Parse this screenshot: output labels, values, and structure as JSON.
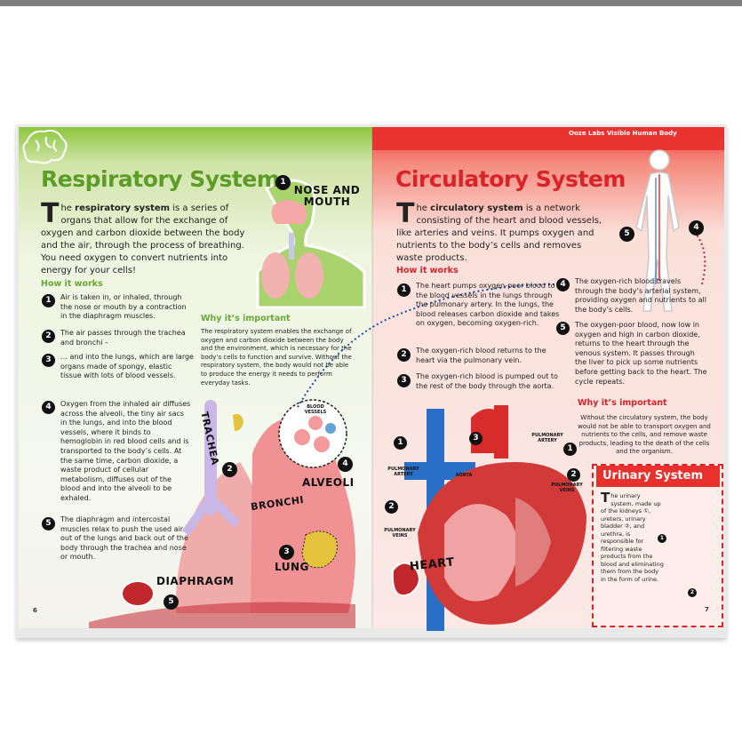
{
  "header": {
    "brand": "Ooze Labs Visible Human Body"
  },
  "left_page": {
    "title": "Respiratory System",
    "intro_dropcap": "T",
    "intro_rest_pre": "he ",
    "intro_bold": "respiratory system",
    "intro_rest": " is a series of organs that allow for the exchange of oxygen and carbon dioxide between the body and the air, through the process of breathing. You need oxygen to convert nutrients into energy for your cells!",
    "how_heading": "How it works",
    "steps": [
      {
        "num": "1",
        "text": "Air is taken in, or inhaled, through the nose or mouth by a contraction in the diaphragm muscles."
      },
      {
        "num": "2",
        "text": "The air passes through the trachea and bronchi –"
      },
      {
        "num": "3",
        "text": "… and into the lungs, which are large organs made of spongy, elastic tissue with lots of blood vessels."
      },
      {
        "num": "4",
        "text": "Oxygen from the inhaled air diffuses across the alveoli, the tiny air sacs in the lungs, and into the blood vessels, where it binds to hemoglobin in red blood cells and is transported to the body’s cells. At the same time, carbon dioxide, a waste product of cellular metabolism, diffuses out of the blood and into the alveoli to be exhaled."
      },
      {
        "num": "5",
        "text": "The diaphragm and intercostal muscles relax to push the used air out of the lungs and back out of the body through the trachea and nose or mouth."
      }
    ],
    "why_heading": "Why it’s important",
    "why_text": "The respiratory system enables the exchange of oxygen and carbon dioxide between the body and the environment, which is necessary for the body’s cells to function and survive. Without the respiratory system, the body would not be able to produce the energy it needs to perform everyday tasks.",
    "labels": {
      "nose_num": "1",
      "nose": "NOSE AND MOUTH",
      "trachea": "TRACHEA",
      "bronchi_num": "2",
      "bronchi": "BRONCHI",
      "alveoli_num": "4",
      "alveoli": "ALVEOLI",
      "blood_vessels": "BLOOD VESSELS",
      "lung_num": "3",
      "lung": "LUNG",
      "diaphragm_num": "5",
      "diaphragm": "DIAPHRAGM"
    },
    "page_number": "6"
  },
  "right_page": {
    "title": "Circulatory System",
    "intro_dropcap": "T",
    "intro_rest_pre": "he ",
    "intro_bold": "circulatory system",
    "intro_rest": " is a network consisting of the heart and blood vessels, like arteries and veins. It pumps oxygen and nutrients to the body’s cells and removes waste products.",
    "how_heading": "How it works",
    "steps_left": [
      {
        "num": "1",
        "text": "The heart pumps oxygen-poor blood to the blood vessels in the lungs through the pulmonary artery. In the lungs, the blood releases carbon dioxide and takes on oxygen, becoming oxygen-rich."
      },
      {
        "num": "2",
        "text": "The oxygen-rich blood returns to the heart via the pulmonary vein."
      },
      {
        "num": "3",
        "text": "The oxygen-rich blood is pumped out to the rest of the body through the aorta."
      }
    ],
    "steps_right": [
      {
        "num": "4",
        "text": "The oxygen-rich blood travels through the body’s arterial system, providing oxygen and nutrients to all the body’s cells."
      },
      {
        "num": "5",
        "text": "The oxygen-poor blood, now low in oxygen and high in carbon dioxide, returns to the heart through the venous system. It passes through the liver to pick up some nutrients before getting back to the heart. The cycle repeats."
      }
    ],
    "why_heading": "Why it’s important",
    "why_text": "Without the circulatory system, the body would not be able to transport oxygen and nutrients to the cells, and remove waste products, leading to the death of the cells and the organism.",
    "figure_labels": {
      "n5": "5",
      "n4": "4",
      "pulmonary_artery_left": "PULMONARY ARTERY",
      "pulmonary_artery_right": "PULMONARY ARTERY",
      "aorta": "AORTA",
      "pulmonary_veins_left": "PULMONARY VEINS",
      "pulmonary_veins_right": "PULMONARY VEINS",
      "heart": "HEART",
      "h1": "1",
      "h3": "3",
      "h1r": "1",
      "h2": "2",
      "h2r": "2"
    },
    "urinary": {
      "title": "Urinary System",
      "dropcap": "T",
      "text": "he urinary system, made up of the kidneys ①, ureters, urinary bladder ②, and urethra, is responsible for filtering waste products from the blood and eliminating them from the body in the form of urine.",
      "n1": "1",
      "n2": "2"
    },
    "page_number": "7"
  },
  "colors": {
    "green": "#8dc63f",
    "red": "#e8302c",
    "title_green": "#5e9c2a",
    "title_red": "#d8232a"
  }
}
